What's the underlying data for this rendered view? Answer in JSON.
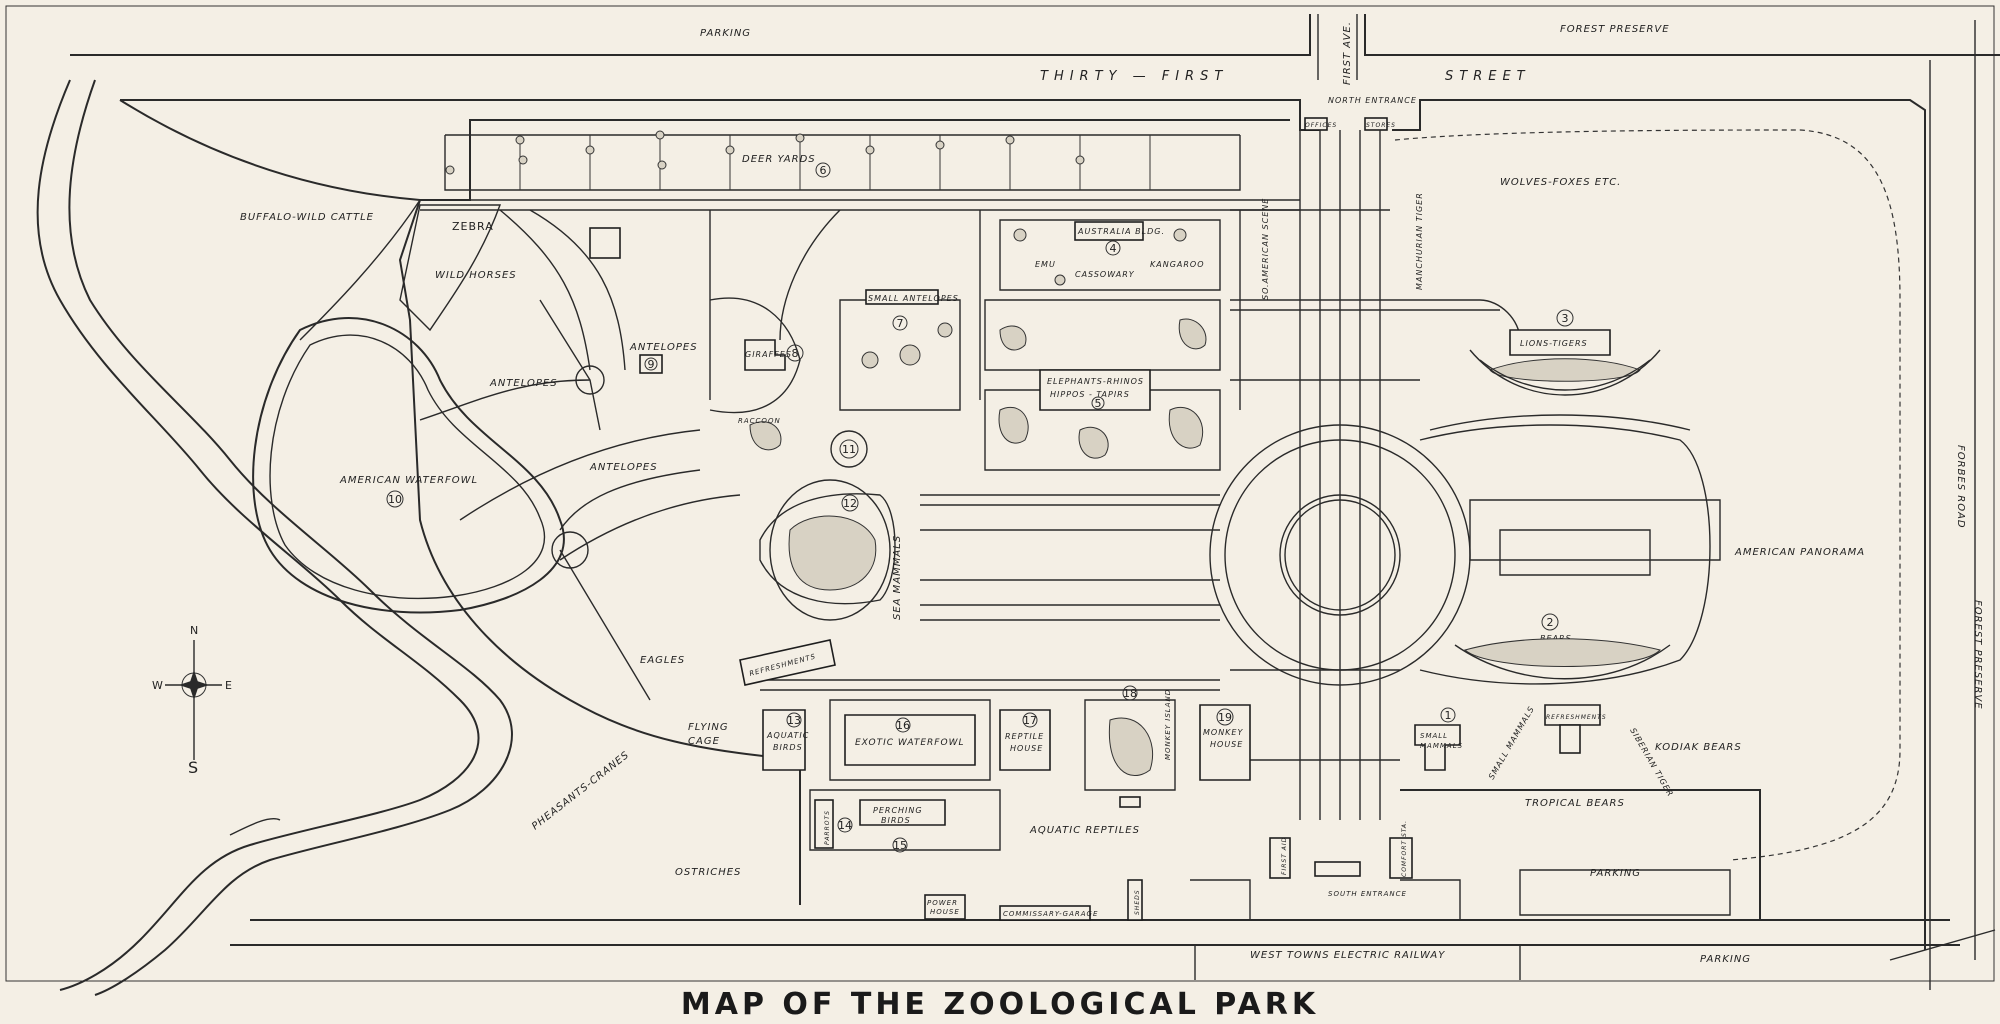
{
  "title": "MAP OF THE ZOOLOGICAL PARK",
  "streets": {
    "north_street_left": "THIRTY — FIRST",
    "north_street_right": "STREET",
    "first_ave": "FIRST AVE.",
    "forbes_road": "FORBES ROAD",
    "forest_preserve_top": "FOREST PRESERVE",
    "forest_preserve_right": "FOREST PRESERVE",
    "parking_top": "PARKING",
    "parking_bottom": "PARKING",
    "parking_south": "PARKING",
    "railway": "WEST TOWNS ELECTRIC RAILWAY"
  },
  "entrances": {
    "north": "NORTH ENTRANCE",
    "south": "SOUTH ENTRANCE"
  },
  "compass": {
    "n": "N",
    "s": "S",
    "e": "E",
    "w": "W"
  },
  "areas": {
    "buffalo": "BUFFALO-WILD CATTLE",
    "zebra": "ZEBRA",
    "wild_horses": "WILD HORSES",
    "antelopes_1": "ANTELOPES",
    "antelopes_2": "ANTELOPES",
    "antelopes_3": "ANTELOPES",
    "american_waterfowl": "AMERICAN WATERFOWL",
    "deer_yards": "DEER   YARDS",
    "emu": "EMU",
    "cassowary": "CASSOWARY",
    "kangaroo": "KANGAROO",
    "so_american_scene": "SO.AMERICAN SCENE",
    "manchurian_tiger": "MANCHURIAN TIGER",
    "wolves_foxes": "WOLVES-FOXES ETC.",
    "american_panorama": "AMERICAN PANORAMA",
    "sea_mammals": "SEA MAMMALS",
    "raccoon": "RACCOON",
    "eagles": "EAGLES",
    "flying_cage_1": "FLYING",
    "flying_cage_2": "CAGE",
    "pheasants": "PHEASANTS-CRANES",
    "ostriches": "OSTRICHES",
    "aquatic_reptiles": "AQUATIC REPTILES",
    "small_mammals_area": "SMALL MAMMALS",
    "kodiak_bears": "KODIAK BEARS",
    "tropical_bears": "TROPICAL BEARS",
    "siberian_tiger": "SIBERIAN TIGER"
  },
  "buildings": {
    "australia": "AUSTRALIA BLDG.",
    "small_antelopes": "SMALL ANTELOPES",
    "giraffes": "GIRAFFES",
    "elephants_1": "ELEPHANTS-RHINOS",
    "elephants_2": "HIPPOS - TAPIRS",
    "lions": "LIONS-TIGERS",
    "bears": "BEARS",
    "refreshments_w": "REFRESHMENTS",
    "refreshments_e": "REFRESHMENTS",
    "aquatic_1": "AQUATIC",
    "aquatic_2": "BIRDS",
    "exotic": "EXOTIC WATERFOWL",
    "reptile_1": "REPTILE",
    "reptile_2": "HOUSE",
    "monkey_island": "MONKEY ISLAND",
    "monkey_1": "MONKEY",
    "monkey_2": "HOUSE",
    "small_mammals_1": "SMALL",
    "small_mammals_2": "MAMMALS",
    "perching_1": "PERCHING",
    "perching_2": "BIRDS",
    "parrots": "PARROTS",
    "power_1": "POWER",
    "power_2": "HOUSE",
    "commissary": "COMMISSARY-GARAGE",
    "sheds": "SHEDS",
    "offices": "OFFICES",
    "stores": "STORES",
    "first_aid": "FIRST AID",
    "comfort": "COMFORT STA."
  },
  "numbers": {
    "n1": "1",
    "n2": "2",
    "n3": "3",
    "n4": "4",
    "n5": "5",
    "n6": "6",
    "n7": "7",
    "n8": "8",
    "n9": "9",
    "n10": "10",
    "n11": "11",
    "n12": "12",
    "n13": "13",
    "n14": "14",
    "n15": "15",
    "n16": "16",
    "n17": "17",
    "n18": "18",
    "n19": "19"
  }
}
